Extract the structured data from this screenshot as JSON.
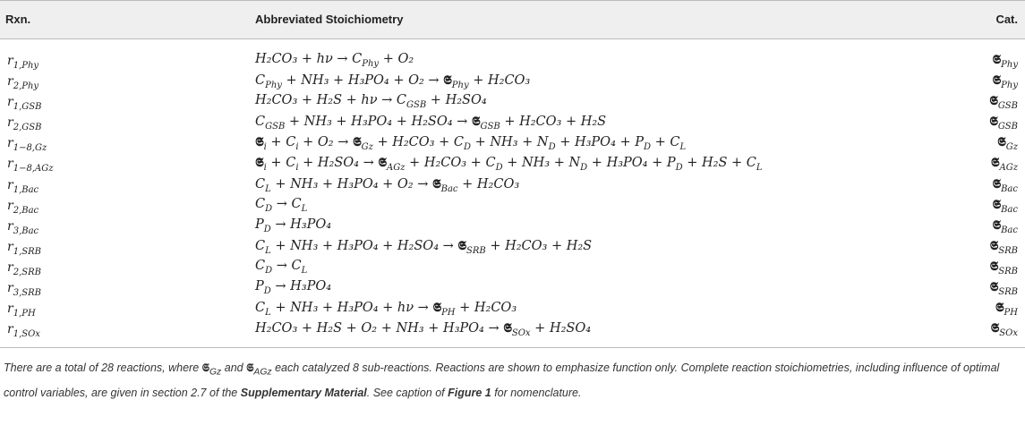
{
  "header": {
    "col1": "Rxn.",
    "col2": "Abbreviated Stoichiometry",
    "col3": "Cat."
  },
  "rows": [
    {
      "rxn": "r",
      "rxn_sub": "1,Phy",
      "stoich": "H₂CO₃ + hν → C_Phy + O₂",
      "cat": "Phy"
    },
    {
      "rxn": "r",
      "rxn_sub": "2,Phy",
      "stoich": "C_Phy + NH₃ + H₃PO₄ + O₂ → 𝕾_Phy + H₂CO₃",
      "cat": "Phy"
    },
    {
      "rxn": "r",
      "rxn_sub": "1,GSB",
      "stoich": "H₂CO₃ + H₂S + hν → C_GSB + H₂SO₄",
      "cat": "GSB"
    },
    {
      "rxn": "r",
      "rxn_sub": "2,GSB",
      "stoich": "C_GSB + NH₃ + H₃PO₄ + H₂SO₄ → 𝕾_GSB + H₂CO₃ + H₂S",
      "cat": "GSB"
    },
    {
      "rxn": "r",
      "rxn_sub": "1−8,Gz",
      "stoich": "𝕾_i + C_i + O₂ → 𝕾_Gz + H₂CO₃ + C_D + NH₃ + N_D + H₃PO₄ + P_D + C_L",
      "cat": "Gz"
    },
    {
      "rxn": "r",
      "rxn_sub": "1−8,AGz",
      "stoich": "𝕾_i + C_i + H₂SO₄ → 𝕾_AGz + H₂CO₃ + C_D + NH₃ + N_D + H₃PO₄ + P_D + H₂S + C_L",
      "cat": "AGz"
    },
    {
      "rxn": "r",
      "rxn_sub": "1,Bac",
      "stoich": "C_L + NH₃ + H₃PO₄ + O₂ → 𝕾_Bac + H₂CO₃",
      "cat": "Bac"
    },
    {
      "rxn": "r",
      "rxn_sub": "2,Bac",
      "stoich": "C_D → C_L",
      "cat": "Bac"
    },
    {
      "rxn": "r",
      "rxn_sub": "3,Bac",
      "stoich": "P_D → H₃PO₄",
      "cat": "Bac"
    },
    {
      "rxn": "r",
      "rxn_sub": "1,SRB",
      "stoich": "C_L + NH₃ + H₃PO₄ + H₂SO₄ → 𝕾_SRB + H₂CO₃ + H₂S",
      "cat": "SRB"
    },
    {
      "rxn": "r",
      "rxn_sub": "2,SRB",
      "stoich": "C_D → C_L",
      "cat": "SRB"
    },
    {
      "rxn": "r",
      "rxn_sub": "3,SRB",
      "stoich": "P_D → H₃PO₄",
      "cat": "SRB"
    },
    {
      "rxn": "r",
      "rxn_sub": "1,PH",
      "stoich": "C_L + NH₃ + H₃PO₄ + hν → 𝕾_PH + H₂CO₃",
      "cat": "PH"
    },
    {
      "rxn": "r",
      "rxn_sub": "1,SOx",
      "stoich": "H₂CO₃ + H₂S + O₂ + NH₃ + H₃PO₄ → 𝕾_SOx + H₂SO₄",
      "cat": "SOx"
    }
  ],
  "cat_symbol": "𝕾",
  "caption": {
    "p1": "There are a total of 28 reactions, where ",
    "gz": "Gz",
    "p2": " and ",
    "agz": "AGz",
    "p3": " each catalyzed 8 sub-reactions. Reactions are shown to emphasize function only. Complete reaction stoichiometries, including influence of optimal control variables, are given in section 2.7 of the ",
    "supp": "Supplementary Material",
    "p4": ". See caption of ",
    "fig": "Figure 1",
    "p5": " for nomenclature."
  }
}
